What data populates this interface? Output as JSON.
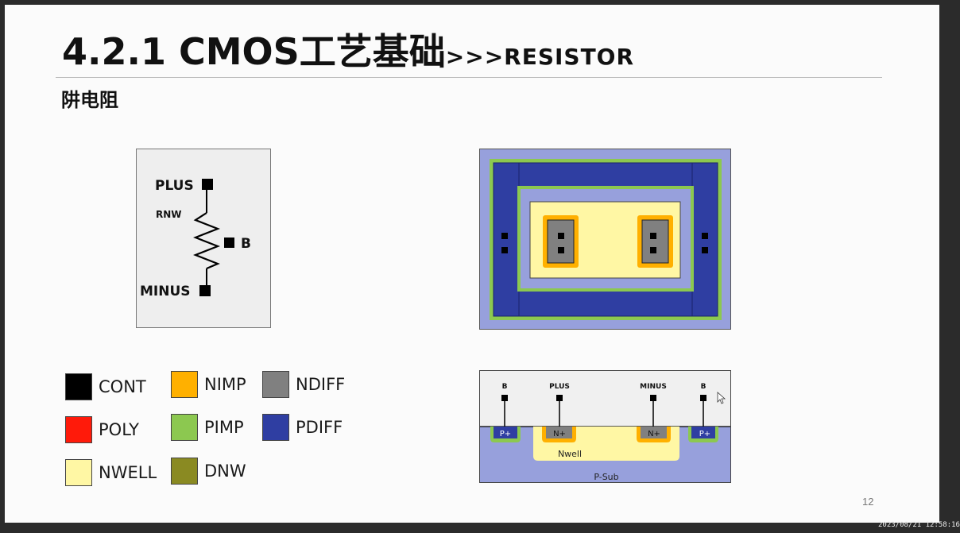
{
  "slide": {
    "title_main": "4.2.1 CMOS工艺基础",
    "title_suffix": ">>>RESISTOR",
    "subtitle": "阱电阻",
    "page_number": "12"
  },
  "schematic": {
    "plus_label": "PLUS",
    "minus_label": "MINUS",
    "resistor_label": "RNW",
    "bulk_label": "B"
  },
  "cross_section": {
    "terminal_labels": [
      "B",
      "PLUS",
      "MINUS",
      "B"
    ],
    "region_labels": [
      "P+",
      "N+",
      "N+",
      "P+"
    ],
    "nwell_label": "Nwell",
    "psub_label": "P-Sub"
  },
  "legend": [
    {
      "label": "CONT",
      "color": "#000000"
    },
    {
      "label": "NIMP",
      "color": "#ffb000"
    },
    {
      "label": "NDIFF",
      "color": "#808080"
    },
    {
      "label": "POLY",
      "color": "#ff1a0a"
    },
    {
      "label": "PIMP",
      "color": "#8cc850"
    },
    {
      "label": "PDIFF",
      "color": "#2f3ea2"
    },
    {
      "label": "NWELL",
      "color": "#fff7a4"
    },
    {
      "label": "DNW",
      "color": "#8a8a22"
    }
  ],
  "timestamp": "2023/08/21 12:58:16"
}
